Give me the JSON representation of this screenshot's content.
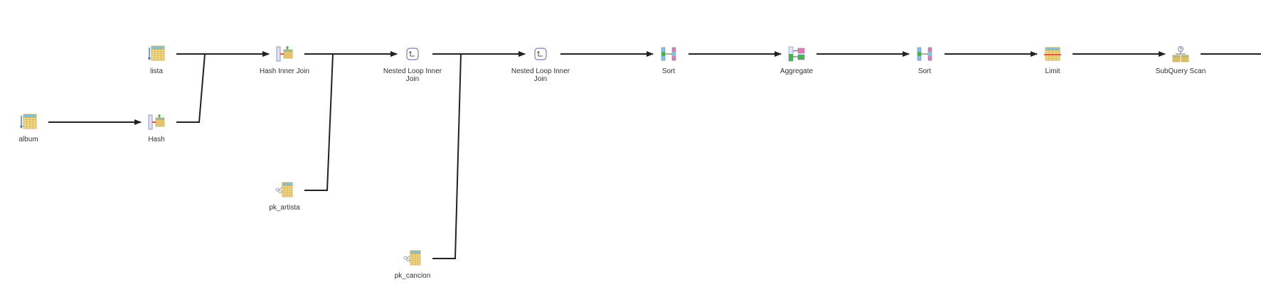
{
  "diagram": {
    "nodes": [
      {
        "id": "lista",
        "label": "lista",
        "icon": "seq-scan-table-icon"
      },
      {
        "id": "album",
        "label": "album",
        "icon": "seq-scan-table-icon"
      },
      {
        "id": "hash",
        "label": "Hash",
        "icon": "hash-icon"
      },
      {
        "id": "hash_inner_join",
        "label": "Hash Inner Join",
        "icon": "hash-join-icon"
      },
      {
        "id": "pk_artista",
        "label": "pk_artista",
        "icon": "index-scan-icon"
      },
      {
        "id": "nested_loop_1",
        "label": "Nested Loop Inner Join",
        "icon": "nested-loop-icon"
      },
      {
        "id": "pk_cancion",
        "label": "pk_cancion",
        "icon": "index-scan-icon"
      },
      {
        "id": "nested_loop_2",
        "label": "Nested Loop Inner Join",
        "icon": "nested-loop-icon"
      },
      {
        "id": "sort_1",
        "label": "Sort",
        "icon": "sort-icon"
      },
      {
        "id": "aggregate",
        "label": "Aggregate",
        "icon": "aggregate-icon"
      },
      {
        "id": "sort_2",
        "label": "Sort",
        "icon": "sort-icon"
      },
      {
        "id": "limit",
        "label": "Limit",
        "icon": "limit-icon"
      },
      {
        "id": "subquery_scan",
        "label": "SubQuery Scan",
        "icon": "subquery-scan-icon"
      }
    ],
    "edges": [
      {
        "from": "album",
        "to": "hash"
      },
      {
        "from": "lista",
        "to": "hash_inner_join"
      },
      {
        "from": "hash",
        "to": "hash_inner_join"
      },
      {
        "from": "hash_inner_join",
        "to": "nested_loop_1"
      },
      {
        "from": "pk_artista",
        "to": "nested_loop_1"
      },
      {
        "from": "nested_loop_1",
        "to": "nested_loop_2"
      },
      {
        "from": "pk_cancion",
        "to": "nested_loop_2"
      },
      {
        "from": "nested_loop_2",
        "to": "sort_1"
      },
      {
        "from": "sort_1",
        "to": "aggregate"
      },
      {
        "from": "aggregate",
        "to": "sort_2"
      },
      {
        "from": "sort_2",
        "to": "limit"
      },
      {
        "from": "limit",
        "to": "subquery_scan"
      },
      {
        "from": "subquery_scan",
        "to": "offscreen"
      }
    ],
    "colors": {
      "edge": "#222222",
      "table_header": "#7ec3e6",
      "table_body": "#f4dc8c",
      "table_grid": "#c9a94a",
      "icon_outline": "#7b7fb8",
      "accent_red": "#e0302a",
      "accent_green": "#4caf50",
      "accent_pink": "#e07ab0"
    }
  }
}
